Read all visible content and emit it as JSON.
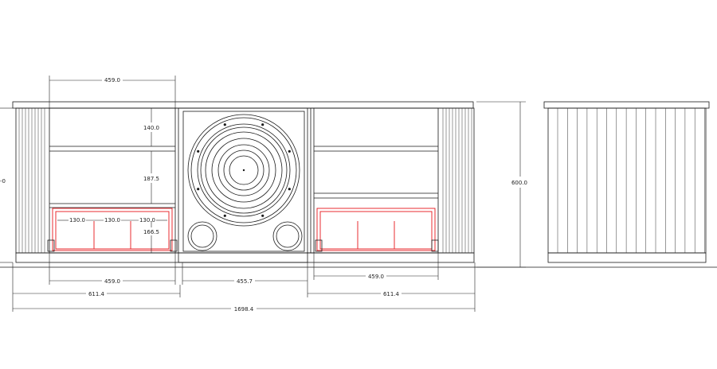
{
  "dimensions": {
    "top_width": "459.0",
    "shelf_top_gap": "140.0",
    "shelf_mid_gap": "187.5",
    "drawer_col_1": "130.0",
    "drawer_col_2": "130.0",
    "drawer_col_3": "130.0",
    "drawer_height": "166.5",
    "left_section_inner": "459.0",
    "center_width": "455.7",
    "right_section_inner": "459.0",
    "left_section_outer": "611.4",
    "right_section_outer": "611.4",
    "overall_width": "1698.4",
    "height": "600.0",
    "left_height_partial": "-0"
  },
  "colors": {
    "line": "#1a1a1a",
    "highlight": "#e8161b"
  }
}
